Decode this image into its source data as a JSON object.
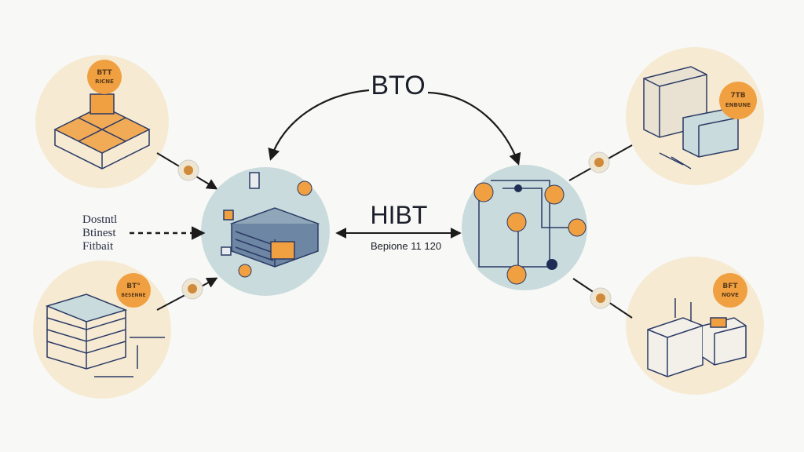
{
  "colors": {
    "cream": "#f6ead3",
    "teal": "#c9dbdc",
    "orange": "#f0a040",
    "navy": "#2b3a66",
    "line": "#1b1b1b"
  },
  "labels": {
    "top_title": "BTO",
    "middle_title": "HIBT",
    "middle_subtitle": "Bepione 11 120",
    "left_text": [
      "Dostntl",
      "Btinest",
      "Fitbait"
    ]
  },
  "nodes": {
    "top_left_badge": [
      "BTT",
      "RICNE"
    ],
    "bottom_left_badge": [
      "BT°",
      "BESENNE"
    ],
    "top_right_badge": [
      "7TB",
      "ENBUNE"
    ],
    "bottom_right_badge": [
      "BFT",
      "NOVE"
    ]
  },
  "icons": {
    "coin": "bitcoin-coin-icon",
    "server": "server-block-icon",
    "link_badge": "link-badge-icon"
  }
}
